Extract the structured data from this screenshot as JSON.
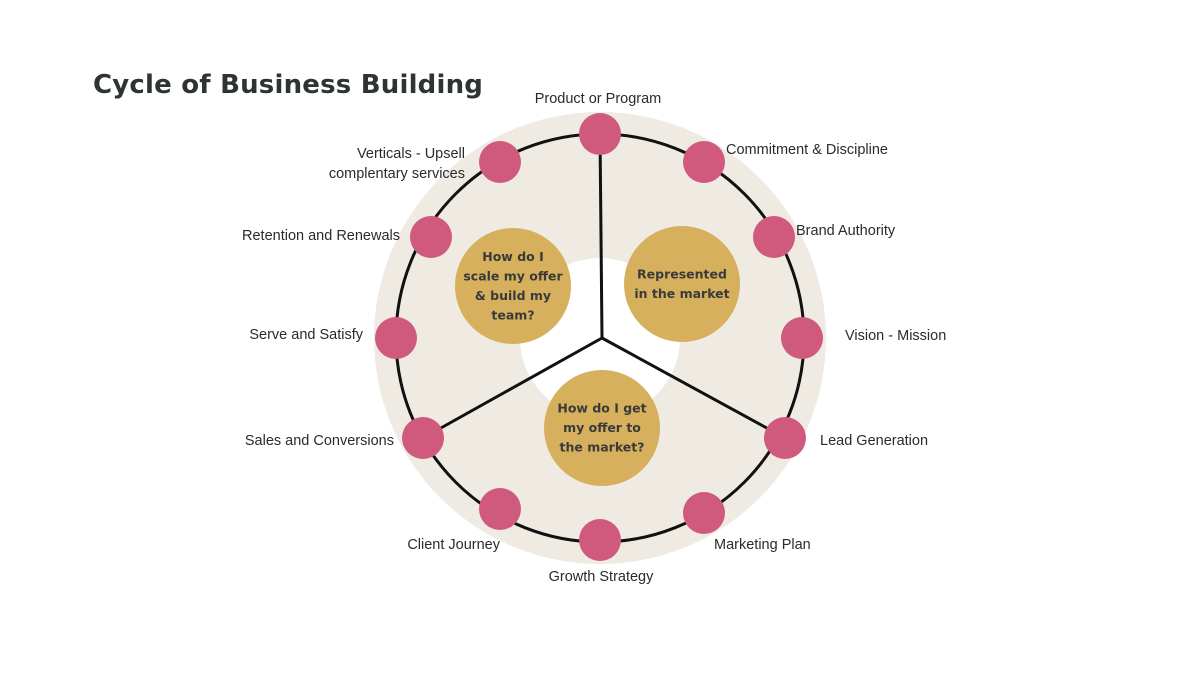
{
  "title": "Cycle of Business Building",
  "colors": {
    "ring_fill": "#efebe3",
    "inner_white": "#ffffff",
    "ring_line": "#111111",
    "node": "#d05a7e",
    "question_circle": "#d6b05c",
    "label_text": "#2b2b2b"
  },
  "stages": [
    {
      "id": "product-or-program",
      "label": [
        "Product or Program"
      ]
    },
    {
      "id": "commitment-discipline",
      "label": [
        "Commitment & Discipline"
      ]
    },
    {
      "id": "brand-authority",
      "label": [
        "Brand Authority"
      ]
    },
    {
      "id": "vision-mission",
      "label": [
        "Vision - Mission"
      ]
    },
    {
      "id": "lead-generation",
      "label": [
        "Lead Generation"
      ]
    },
    {
      "id": "marketing-plan",
      "label": [
        "Marketing Plan"
      ]
    },
    {
      "id": "growth-strategy",
      "label": [
        "Growth Strategy"
      ]
    },
    {
      "id": "client-journey",
      "label": [
        "Client Journey"
      ]
    },
    {
      "id": "sales-conversions",
      "label": [
        "Sales and Conversions"
      ]
    },
    {
      "id": "serve-satisfy",
      "label": [
        "Serve and Satisfy"
      ]
    },
    {
      "id": "retention-renewals",
      "label": [
        "Retention and Renewals"
      ]
    },
    {
      "id": "verticals-upsell",
      "label": [
        "Verticals - Upsell",
        "complentary services"
      ]
    }
  ],
  "questions": [
    {
      "id": "scale-offer",
      "lines": [
        "How do I",
        "scale my offer",
        "& build my",
        "team?"
      ]
    },
    {
      "id": "represented-market",
      "lines": [
        "Represented",
        "in the market"
      ]
    },
    {
      "id": "offer-to-market",
      "lines": [
        "How do I get",
        "my offer to",
        "the market?"
      ]
    }
  ]
}
